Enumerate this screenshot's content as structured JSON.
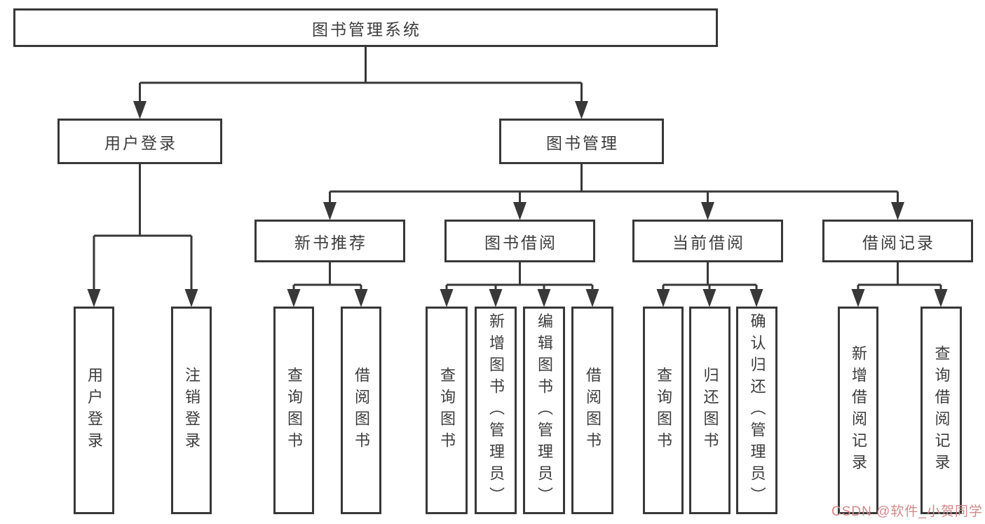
{
  "diagram_title": "图书管理系统",
  "tree": {
    "root": {
      "label": "图书管理系统",
      "children": [
        {
          "label": "用户登录",
          "children": [
            {
              "label": "用户登录"
            },
            {
              "label": "注销登录"
            }
          ]
        },
        {
          "label": "图书管理",
          "children": [
            {
              "label": "新书推荐",
              "children": [
                {
                  "label": "查询图书"
                },
                {
                  "label": "借阅图书"
                }
              ]
            },
            {
              "label": "图书借阅",
              "children": [
                {
                  "label": "查询图书"
                },
                {
                  "label": "新增图书（管理员）"
                },
                {
                  "label": "编辑图书（管理员）"
                },
                {
                  "label": "借阅图书"
                }
              ]
            },
            {
              "label": "当前借阅",
              "children": [
                {
                  "label": "查询图书"
                },
                {
                  "label": "归还图书"
                },
                {
                  "label": "确认归还（管理员）"
                }
              ]
            },
            {
              "label": "借阅记录",
              "children": [
                {
                  "label": "新增借阅记录"
                },
                {
                  "label": "查询借阅记录"
                }
              ]
            }
          ]
        }
      ]
    }
  },
  "watermark": {
    "text": "CSDN @软件_小贺同学",
    "color": "#d18a8a"
  },
  "colors": {
    "line": "#383838",
    "text": "#3c3c3c",
    "background": "#ffffff"
  }
}
